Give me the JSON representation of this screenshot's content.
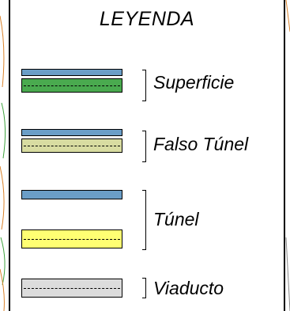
{
  "legend": {
    "title": "LEYENDA",
    "items": [
      {
        "label": "Superficie",
        "top_color": "#6b9ec7",
        "bottom_color": "#4aaa4f"
      },
      {
        "label": "Falso Túnel",
        "top_color": "#6b9ec7",
        "bottom_color": "#d8dca1"
      },
      {
        "label": "Túnel",
        "top_color": "#6b9ec7",
        "bottom_color": "#ffff73"
      },
      {
        "label": "Viaducto",
        "bottom_color": "#dcdcdc"
      }
    ]
  }
}
